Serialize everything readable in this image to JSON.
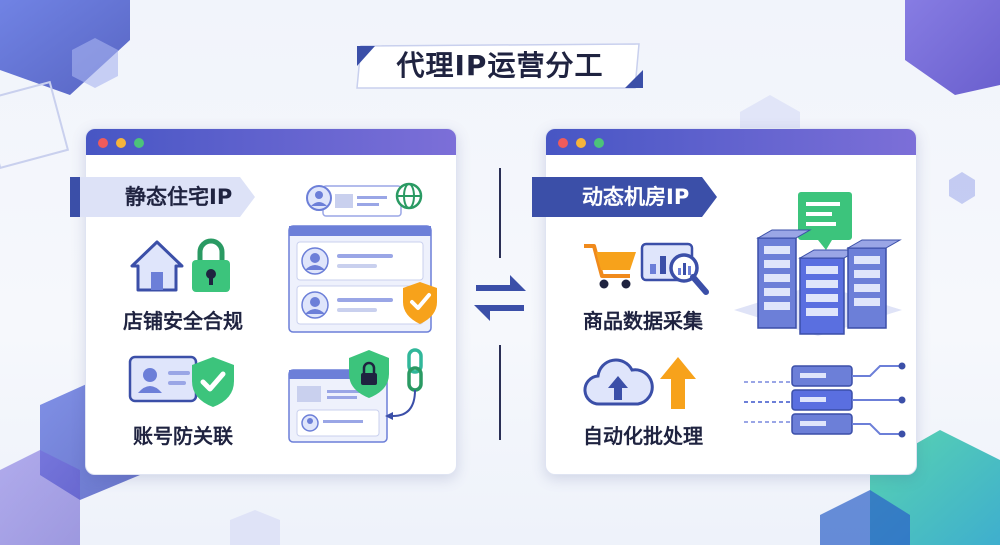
{
  "page": {
    "title": "代理IP运营分工"
  },
  "panels": [
    {
      "id": "static",
      "header": "静态住宅IP",
      "features": [
        {
          "label": "店铺安全合规",
          "icons": [
            "house-icon",
            "padlock-icon"
          ]
        },
        {
          "label": "账号防关联",
          "icons": [
            "id-card-icon",
            "shield-check-icon"
          ]
        }
      ]
    },
    {
      "id": "dynamic",
      "header": "动态机房IP",
      "features": [
        {
          "label": "商品数据采集",
          "icons": [
            "shopping-cart-icon",
            "analytics-search-icon"
          ]
        },
        {
          "label": "自动化批处理",
          "icons": [
            "cloud-upload-icon",
            "arrow-up-icon"
          ]
        }
      ]
    }
  ],
  "colors": {
    "accent": "#3b4fa8",
    "accent_light": "#6c7fd8",
    "success": "#3cc47c",
    "warning": "#f7a21b",
    "teal": "#31b79a",
    "window_dots": [
      "#ef5b5b",
      "#f5b43b",
      "#4cc37a"
    ]
  }
}
